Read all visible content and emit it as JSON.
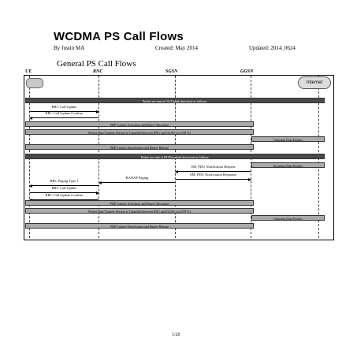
{
  "document": {
    "title": "WCDMA PS Call Flows",
    "author": "By Justin MA",
    "created": "Created: May 2014",
    "updated": "Updated: 2014_0624",
    "section_title": "General PS Call Flows",
    "page_number": "1/20"
  },
  "diagram": {
    "lanes": [
      "UE",
      "RNC",
      "SGSN",
      "GGSN"
    ],
    "cloud_label": "Internet",
    "bars": [
      "Packet are sent in UL(Uplink direction) as follows:",
      "PDP Context Activation and Bearer Allocation",
      "Packet Data Transfer (Packet is Tunnelled between RNC and GGSN via GTP-U)",
      "Outgoing Data Packets",
      "PDP Context Deactivation and Bearer Release",
      "Packet are sent in DL(Downlink direction) as follows:",
      "Incoming Data Packets",
      "PDP Context Activation and Bearer Allocation",
      "Packet Data Transfer (Packet is Tunnelled between RNC and GGSN via GTP-U)",
      "Outgoing Data Packets",
      "PDP Context Deactivation and Bearer Release"
    ],
    "messages": [
      "RRC Call Update",
      "RRC Call Update Confirm",
      "SM: PDU Notification Request",
      "SM: PDU Notification Response",
      "RANAP Paging",
      "RRC Paging Type 1",
      "RRC Call Update",
      "RRC Call Update Confirm"
    ]
  }
}
